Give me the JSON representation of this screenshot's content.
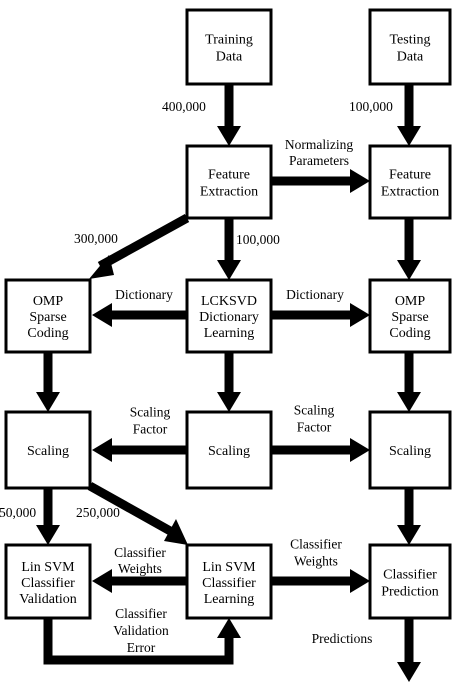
{
  "colors": {
    "stroke": "#000000",
    "fill": "#ffffff",
    "text": "#000000"
  },
  "nodes": {
    "training_data": [
      "Training",
      "Data"
    ],
    "testing_data": [
      "Testing",
      "Data"
    ],
    "feature_extraction_train": [
      "Feature",
      "Extraction"
    ],
    "feature_extraction_test": [
      "Feature",
      "Extraction"
    ],
    "omp_left": [
      "OMP",
      "Sparse",
      "Coding"
    ],
    "lcksvd": [
      "LCKSVD",
      "Dictionary",
      "Learning"
    ],
    "omp_right": [
      "OMP",
      "Sparse",
      "Coding"
    ],
    "scaling_left": [
      "Scaling"
    ],
    "scaling_center": [
      "Scaling"
    ],
    "scaling_right": [
      "Scaling"
    ],
    "svm_validation": [
      "Lin SVM",
      "Classifier",
      "Validation"
    ],
    "svm_learning": [
      "Lin SVM",
      "Classifier",
      "Learning"
    ],
    "classifier_prediction": [
      "Classifier",
      "Prediction"
    ]
  },
  "edge_labels": {
    "train_count": [
      "400,000"
    ],
    "test_count": [
      "100,000"
    ],
    "normalizing": [
      "Normalizing",
      "Parameters"
    ],
    "to_omp_count": [
      "300,000"
    ],
    "to_lcksvd_count": [
      "100,000"
    ],
    "dictionary_left": [
      "Dictionary"
    ],
    "dictionary_right": [
      "Dictionary"
    ],
    "scaling_factor_left": [
      "Scaling",
      "Factor"
    ],
    "scaling_factor_right": [
      "Scaling",
      "Factor"
    ],
    "to_validation_count": [
      "50,000"
    ],
    "to_learning_count": [
      "250,000"
    ],
    "weights_left": [
      "Classifier",
      "Weights"
    ],
    "weights_right": [
      "Classifier",
      "Weights"
    ],
    "validation_error": [
      "Classifier",
      "Validation",
      "Error"
    ],
    "predictions": [
      "Predictions"
    ]
  }
}
